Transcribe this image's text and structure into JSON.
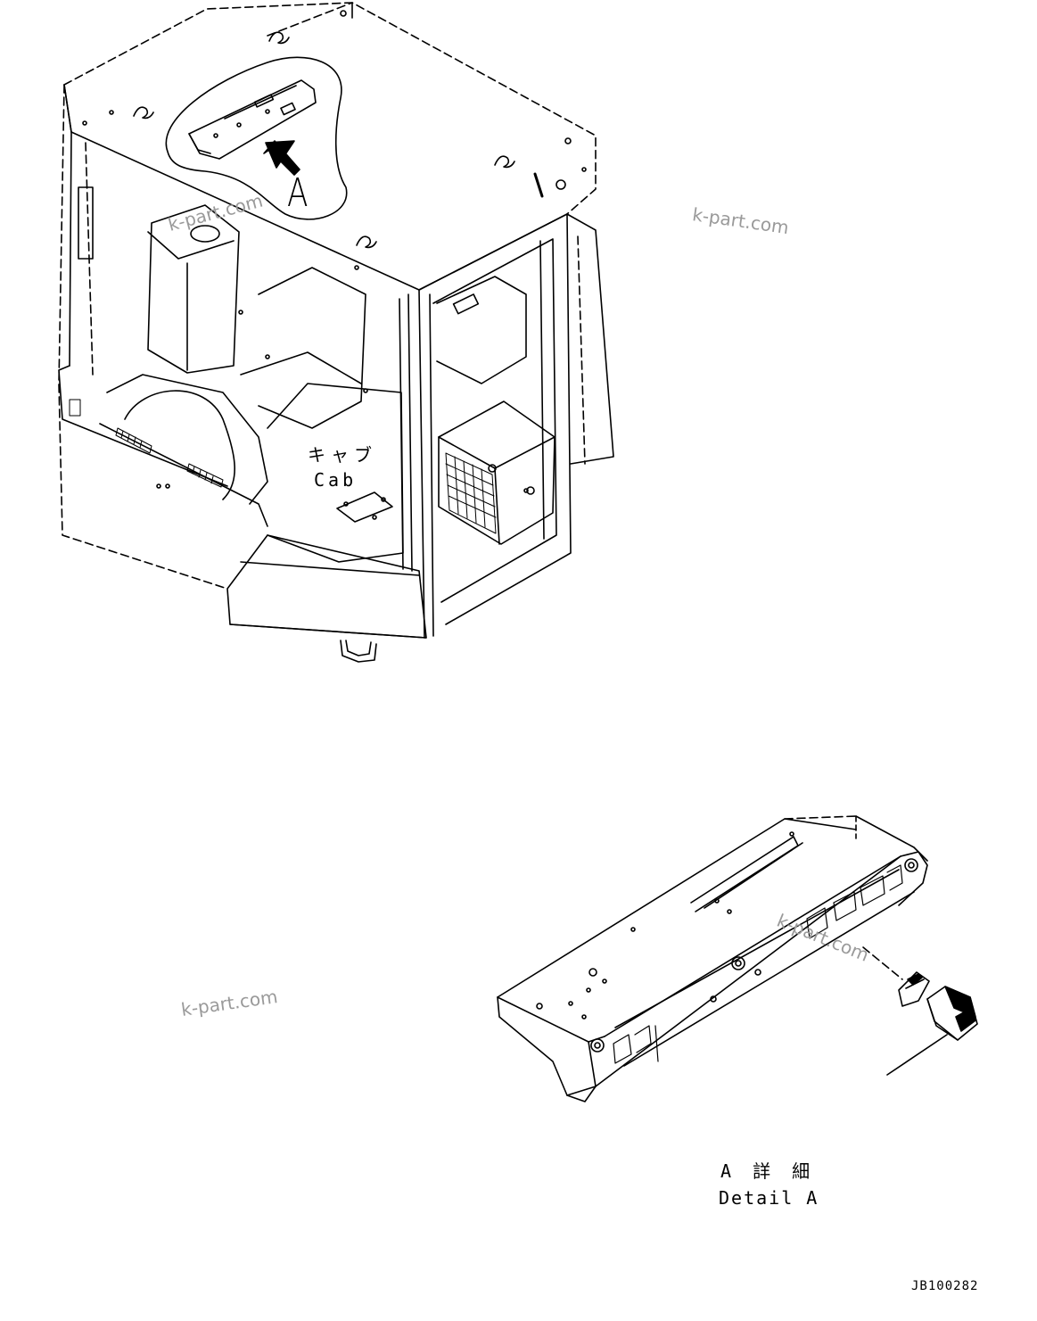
{
  "diagram": {
    "callout_letter": "A",
    "cab_label_jp": "キャブ",
    "cab_label_en": "Cab",
    "detail_label_jp": "A 詳 細",
    "detail_label_en": "Detail A",
    "drawing_code": "JB100282"
  },
  "watermark": {
    "text": "k-part.com",
    "color": "#9a9a9a"
  }
}
